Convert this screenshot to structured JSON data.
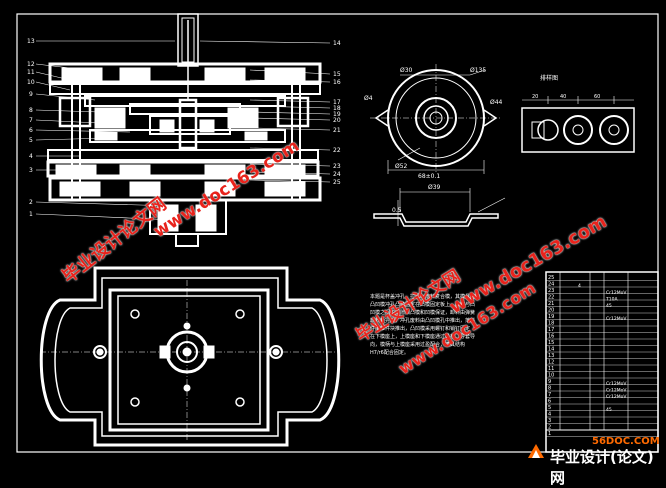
{
  "callouts_left": [
    "13",
    "12",
    "11",
    "10",
    "9",
    "8",
    "7",
    "6",
    "5",
    "4",
    "3",
    "2",
    "1"
  ],
  "callouts_right": [
    "14",
    "15",
    "16",
    "17",
    "18",
    "19",
    "20",
    "21",
    "22",
    "23",
    "24",
    "25"
  ],
  "dims": {
    "d_top1": "Ø30",
    "d_top2": "Ø135",
    "d_side": "Ø44",
    "d_left": "Ø4",
    "d_base": "68±0.1",
    "d_small": "Ø52",
    "d_bottom": "Ø39",
    "d_h": "0.5",
    "d_strip1": "20",
    "d_strip2": "40",
    "d_strip3": "60",
    "strip_label": "排样图"
  },
  "notes": [
    "本题是杯盖冲孔、拉深、落料复合模，其模具结构",
    "凸凹模冲孔凸模固定在凸模固定板上，凸模与凸",
    "凹模之间的间隙由凸模和凹模保证，卸料由弹簧",
    "卸料板完成，冲孔废料由凸凹模孔中推出，落料",
    "件由推件块推出，凸凹模采用螺钉和销钉固定",
    "在下模座上，上模座和下模座通过导柱、导套导",
    "向，模柄与上模座采用过盈配合，模具结构",
    "H7/r6配合固定。"
  ],
  "bom_rows": [
    "25",
    "24",
    "23",
    "22",
    "21",
    "20",
    "19",
    "18",
    "17",
    "16",
    "15",
    "14",
    "13",
    "12",
    "11",
    "10",
    "9",
    "8",
    "7",
    "6",
    "5",
    "4",
    "3",
    "2",
    "1"
  ],
  "bom_text": {
    "r23": "4",
    "r21": "Cr12MoV",
    "r20": "T10A",
    "r19": "45",
    "r17": "Cr12MoV",
    "r7": "Cr12MoV",
    "r6": "Cr12MoV",
    "r5": "Cr12MoV",
    "r3": "45"
  },
  "watermarks": {
    "w1": "毕业设计论文网",
    "w2": "www.doc163.com",
    "w3": "毕业设计论文网",
    "w4": "www.doc163.com",
    "w5": "www.doc163.com"
  },
  "logo": {
    "domain": "56DOC.COM",
    "name": "毕业设计(论文)网"
  },
  "colors": {
    "background": "#000000",
    "lines": "#ffffff",
    "watermark": "#e8231c",
    "logo_domain": "#ff6a00"
  }
}
